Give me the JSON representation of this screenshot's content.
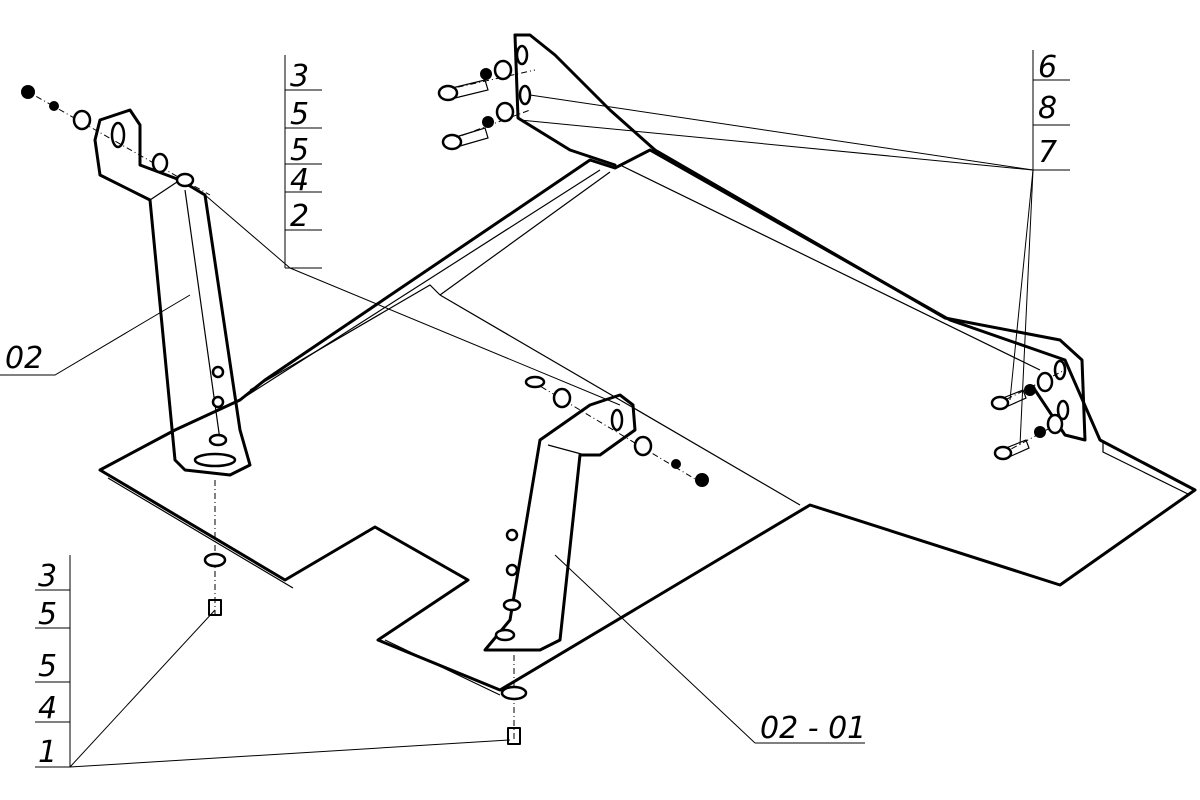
{
  "callouts": {
    "top_middle_stack": [
      "3",
      "5",
      "5",
      "4",
      "2"
    ],
    "top_right_stack": [
      "6",
      "8",
      "7"
    ],
    "bottom_left_stack": [
      "3",
      "5",
      "5",
      "4",
      "1"
    ],
    "left_part_label": "02",
    "bottom_part_label": "02 - 01"
  }
}
